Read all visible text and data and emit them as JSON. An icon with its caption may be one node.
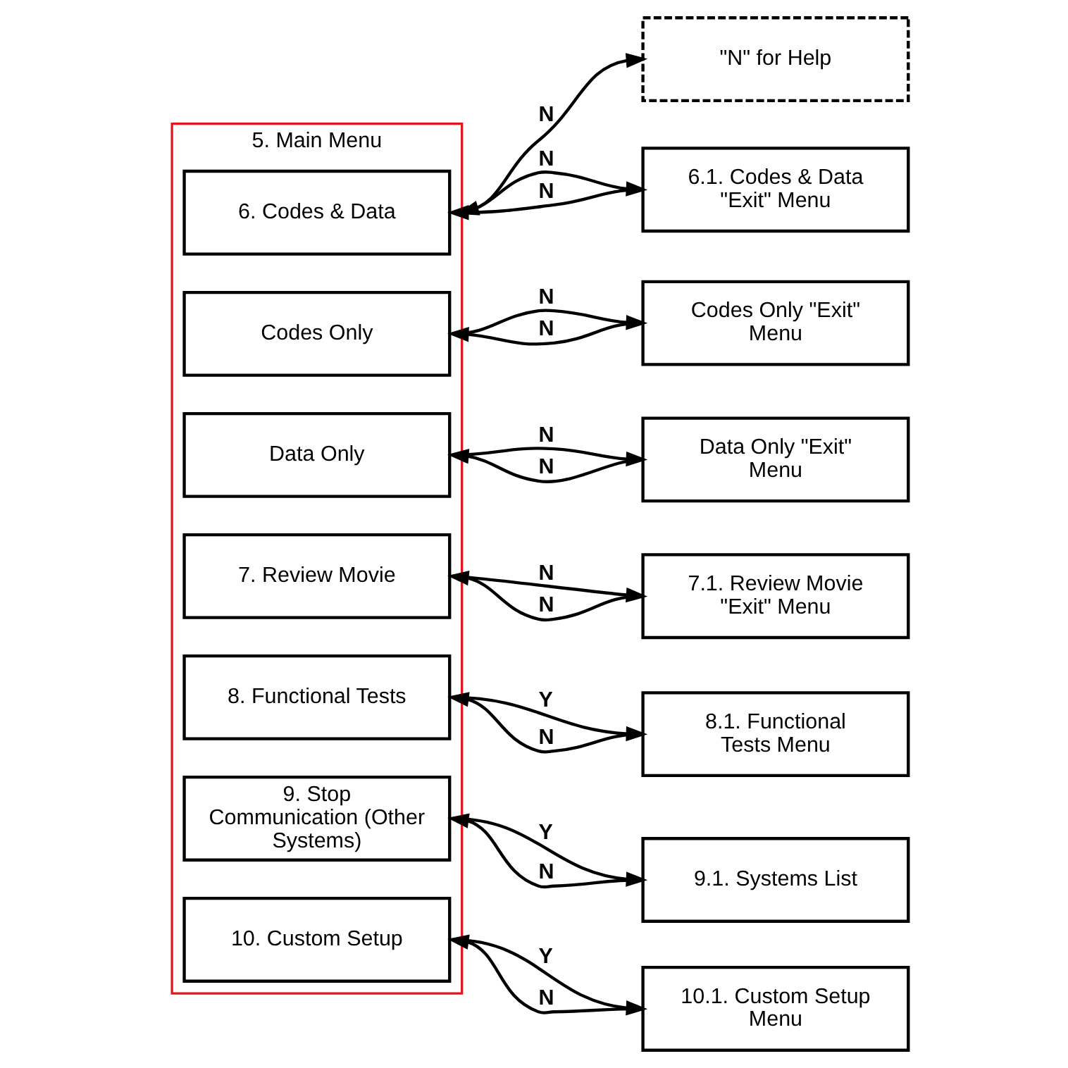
{
  "diagram": {
    "nodes": [
      {
        "text": [
          "5. Main Menu"
        ]
      },
      {
        "text": [
          "\"N\" for Help"
        ]
      },
      {
        "text": [
          "6. Codes & Data"
        ],
        "in": 0
      },
      {
        "text": [
          "6.1. Codes & Data \"Exit\" Menu"
        ]
      },
      {
        "text": [
          "Codes Only"
        ],
        "in": 0
      },
      {
        "text": [
          "Codes Only \"Exit\" Menu"
        ]
      },
      {
        "text": [
          "Data Only"
        ],
        "in": 0
      },
      {
        "text": [
          "Data Only \"Exit\" Menu"
        ]
      },
      {
        "text": [
          "7. Review Movie"
        ],
        "in": 0
      },
      {
        "text": [
          "7.1. Review Movie \"Exit\" Menu"
        ]
      },
      {
        "text": [
          "8. Functional Tests"
        ],
        "in": 0
      },
      {
        "text": [
          "8.1. Functional Tests Menu"
        ]
      },
      {
        "text": [
          "9. Stop Communication (Other Systems)"
        ],
        "in": 0
      },
      {
        "text": [
          "9.1. Systems List"
        ]
      },
      {
        "text": [
          "10. Custom Setup"
        ],
        "in": 0
      },
      {
        "text": [
          "10.1. Custom Setup Menu"
        ]
      }
    ],
    "edges": [
      {
        "from": 0,
        "to": 1,
        "arrow": "both",
        "label": "N"
      },
      {
        "from": 2,
        "to": 3,
        "arrow": "to",
        "label": "N"
      },
      {
        "from": 3,
        "to": 2,
        "arrow": "to",
        "label": "N"
      },
      {
        "from": 4,
        "to": 5,
        "arrow": "to",
        "label": "N"
      },
      {
        "from": 5,
        "to": 4,
        "arrow": "to",
        "label": "N"
      },
      {
        "from": 6,
        "to": 7,
        "arrow": "to",
        "label": "N"
      },
      {
        "from": 7,
        "to": 6,
        "arrow": "to",
        "label": "N"
      },
      {
        "from": 8,
        "to": 9,
        "arrow": "to",
        "label": "N"
      },
      {
        "from": 9,
        "to": 8,
        "arrow": "to",
        "label": "N"
      },
      {
        "from": 10,
        "to": 11,
        "arrow": "to",
        "label": "Y"
      },
      {
        "from": 11,
        "to": 10,
        "arrow": "to",
        "label": "N"
      },
      {
        "from": 12,
        "to": 13,
        "arrow": "to",
        "label": "Y"
      },
      {
        "from": 13,
        "to": 12,
        "arrow": "to",
        "label": "N"
      },
      {
        "from": 14,
        "to": 15,
        "arrow": "to",
        "label": "Y"
      },
      {
        "from": 15,
        "to": 14,
        "arrow": "to",
        "label": "N"
      }
    ]
  }
}
